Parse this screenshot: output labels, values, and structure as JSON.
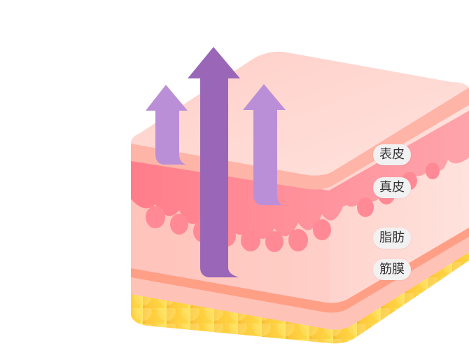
{
  "layers": {
    "epidermis": "表皮",
    "dermis": "真皮",
    "fat": "脂肪",
    "fascia": "筋膜"
  },
  "colors": {
    "skin_top": "#ffd9d3",
    "epidermis_band": "#ffb9ab",
    "dermis": "#ff8f9c",
    "lower_skin": "#ffc9c2",
    "fascia_line": "#ff9f86",
    "fat": "#ffd03e",
    "arrow_main": "#9a66b8",
    "arrow_side": "#bb8fd8",
    "label_bg": "#f2f1f2"
  },
  "icons": [
    "up-arrow-icon",
    "up-arrow-icon",
    "up-arrow-icon"
  ]
}
